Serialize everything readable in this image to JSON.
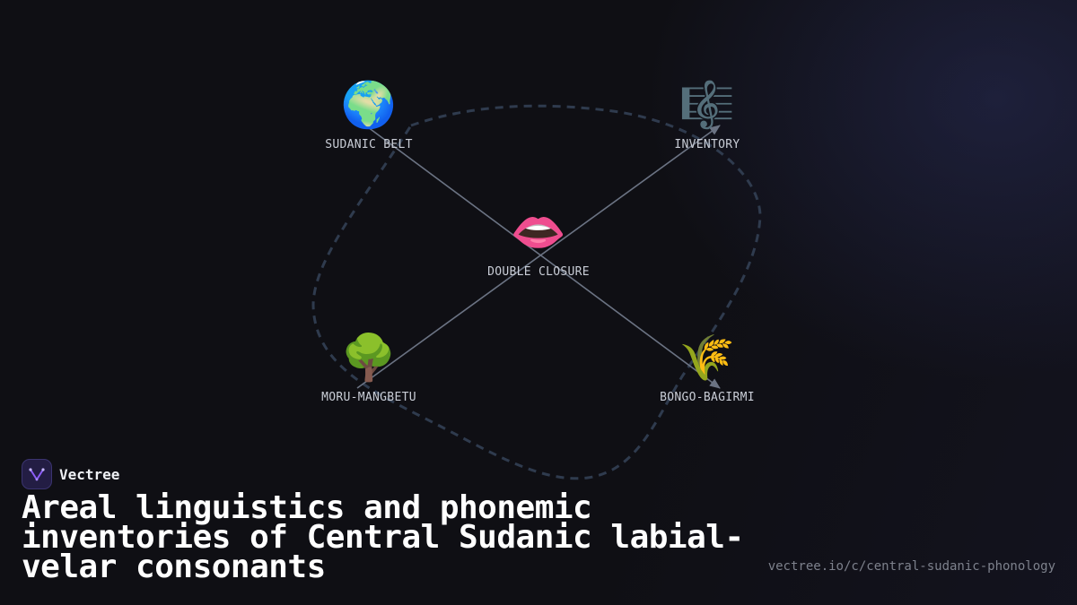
{
  "brand": {
    "name": "Vectree",
    "logo_icon": "vectree-logo-icon",
    "accent": "#8b5cf6"
  },
  "title": "Areal linguistics and phonemic inventories of Central Sudanic labial-velar consonants",
  "url": "vectree.io/c/central-sudanic-phonology",
  "diagram": {
    "center": {
      "label": "DOUBLE CLOSURE",
      "icon": "lips-icon",
      "emoji": "👄"
    },
    "nodes": [
      {
        "id": "sudanic-belt",
        "label": "SUDANIC BELT",
        "icon": "globe-icon",
        "emoji": "🌍"
      },
      {
        "id": "inventory",
        "label": "INVENTORY",
        "icon": "musical-score-icon",
        "emoji": "🎼"
      },
      {
        "id": "moru-mangbetu",
        "label": "MORU-MANGBETU",
        "icon": "tree-icon",
        "emoji": "🌳"
      },
      {
        "id": "bongo-bagirmi",
        "label": "BONGO-BAGIRMI",
        "icon": "sheaf-of-rice-icon",
        "emoji": "🌾"
      }
    ],
    "edges": [
      {
        "from": "sudanic-belt",
        "to": "bongo-bagirmi",
        "arrow": true
      },
      {
        "from": "moru-mangbetu",
        "to": "inventory",
        "arrow": true
      }
    ],
    "colors": {
      "edge": "#6b7383",
      "loop": "#2f3b4e",
      "label": "#c9cdd6"
    }
  }
}
